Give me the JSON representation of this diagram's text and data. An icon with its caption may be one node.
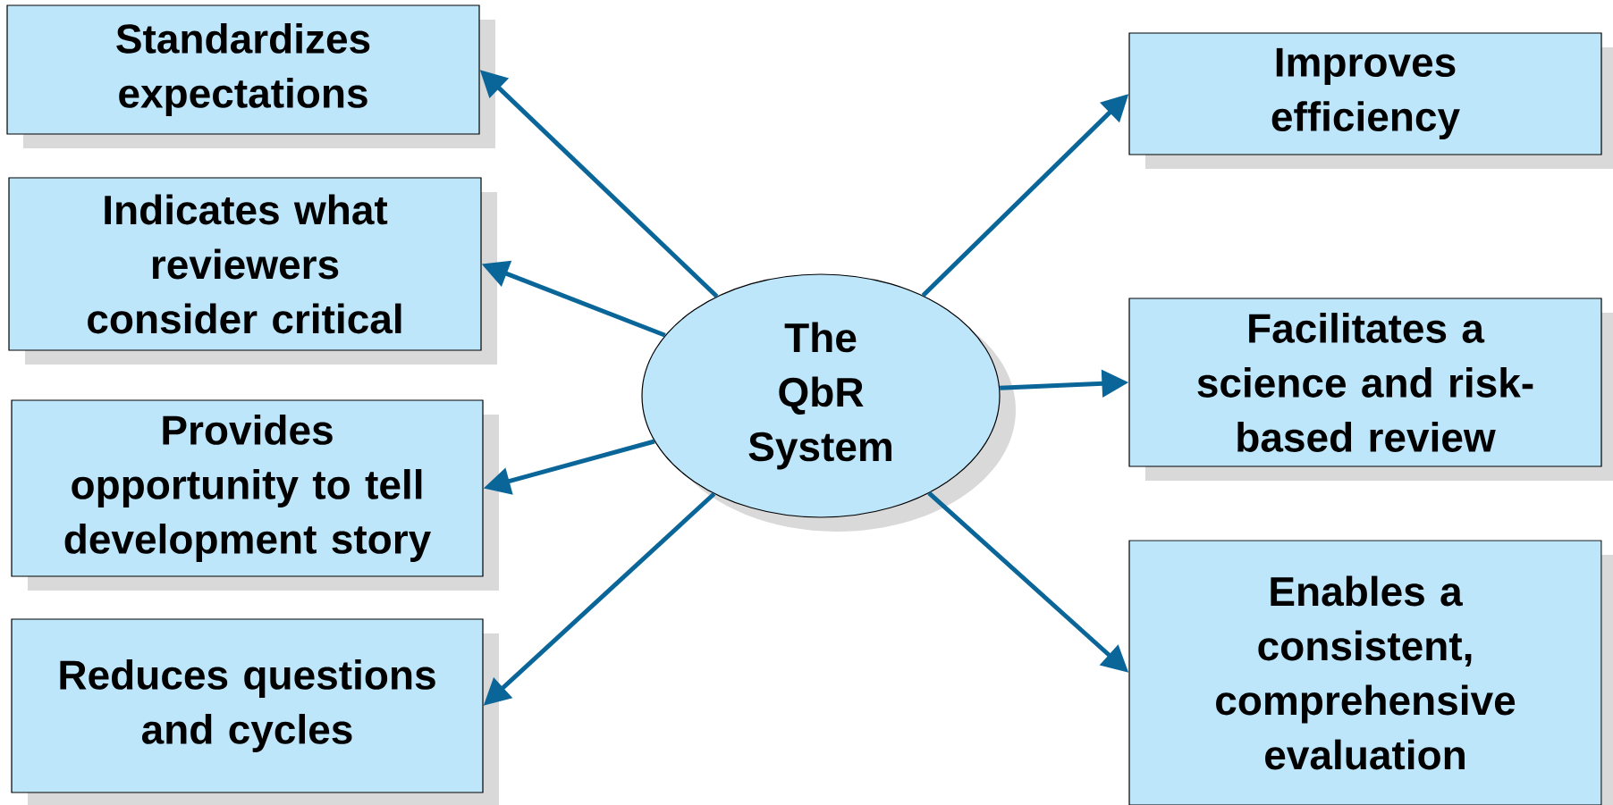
{
  "diagram": {
    "nodes": [
      {
        "text": [
          "The QbR System"
        ]
      },
      {
        "text": [
          "Standardizes expectations"
        ]
      },
      {
        "text": [
          "Indicates what reviewers consider critical"
        ]
      },
      {
        "text": [
          "Provides opportunity to tell development story"
        ]
      },
      {
        "text": [
          "Reduces questions and cycles"
        ]
      },
      {
        "text": [
          "Improves efficiency"
        ]
      },
      {
        "text": [
          "Facilitates a science and risk-based review"
        ]
      },
      {
        "text": [
          "Enables a consistent, comprehensive evaluation"
        ]
      }
    ],
    "edges": [
      {
        "from": 0,
        "to": 1,
        "arrow": "to"
      },
      {
        "from": 0,
        "to": 2,
        "arrow": "to"
      },
      {
        "from": 0,
        "to": 3,
        "arrow": "to"
      },
      {
        "from": 0,
        "to": 4,
        "arrow": "to"
      },
      {
        "from": 0,
        "to": 5,
        "arrow": "to"
      },
      {
        "from": 0,
        "to": 6,
        "arrow": "to"
      },
      {
        "from": 0,
        "to": 7,
        "arrow": "to"
      }
    ]
  }
}
